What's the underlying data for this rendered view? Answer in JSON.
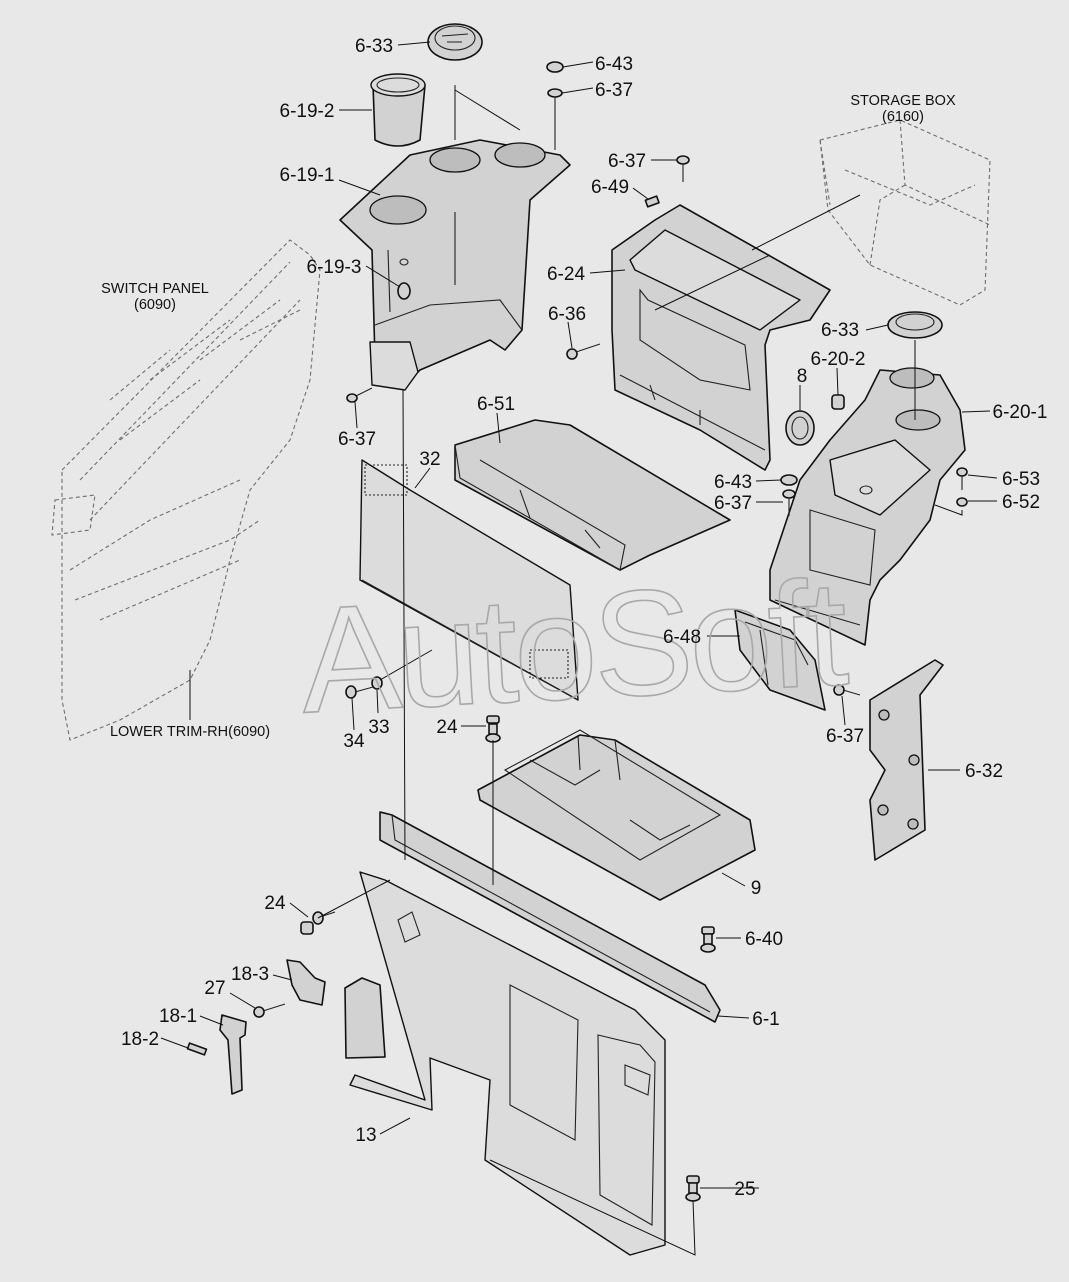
{
  "watermark": "AutoSoft",
  "reference_labels": {
    "storage_box": "STORAGE BOX",
    "storage_box_code": "(6160)",
    "switch_panel": "SWITCH PANEL",
    "switch_panel_code": "(6090)",
    "lower_trim": "LOWER TRIM-RH(6090)"
  },
  "callouts": [
    "6-33",
    "6-43",
    "6-37",
    "6-19-2",
    "6-19-1",
    "6-37",
    "6-49",
    "6-24",
    "6-19-3",
    "6-36",
    "6-33",
    "6-20-2",
    "8",
    "6-20-1",
    "6-37",
    "6-51",
    "32",
    "6-43",
    "6-37",
    "6-53",
    "6-52",
    "6-48",
    "34",
    "33",
    "6-37",
    "24",
    "6-32",
    "9",
    "24",
    "6-40",
    "18-3",
    "27",
    "18-1",
    "6-1",
    "18-2",
    "13",
    "25"
  ]
}
